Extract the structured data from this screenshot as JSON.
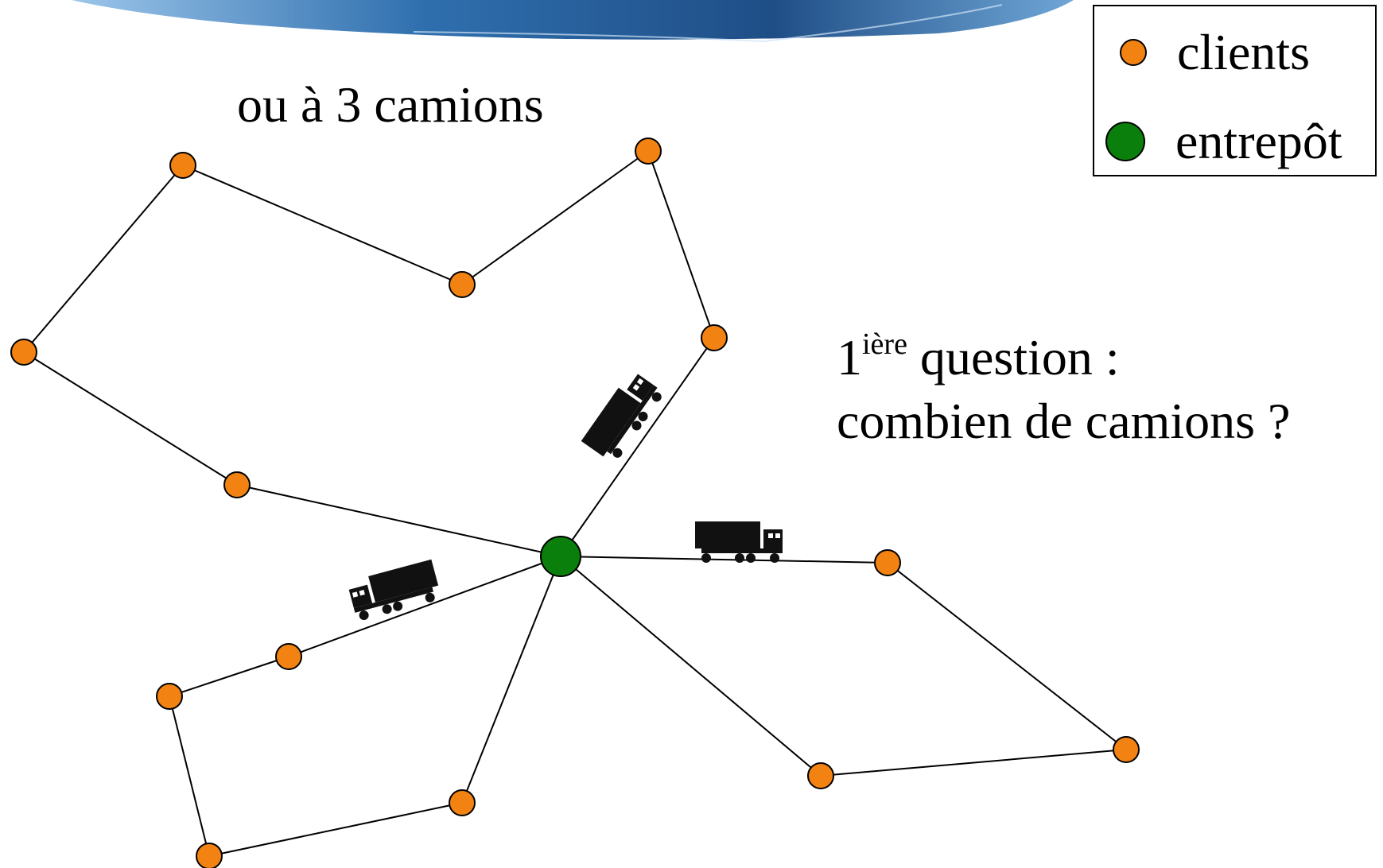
{
  "title": "ou à 3 camions",
  "question": {
    "line1_number": "1",
    "line1_superscript": "ière",
    "line1_text": " question :",
    "line2": "combien de camions ?"
  },
  "legend": {
    "clients_label": "clients",
    "depot_label": "entrepôt"
  },
  "colors": {
    "client": "#f28313",
    "depot": "#0b7f0b",
    "edge": "#000000",
    "banner_dark": "#1f4e86",
    "banner_light": "#7fb2dd"
  },
  "icons": [
    "truck-icon",
    "truck-icon",
    "truck-icon"
  ]
}
